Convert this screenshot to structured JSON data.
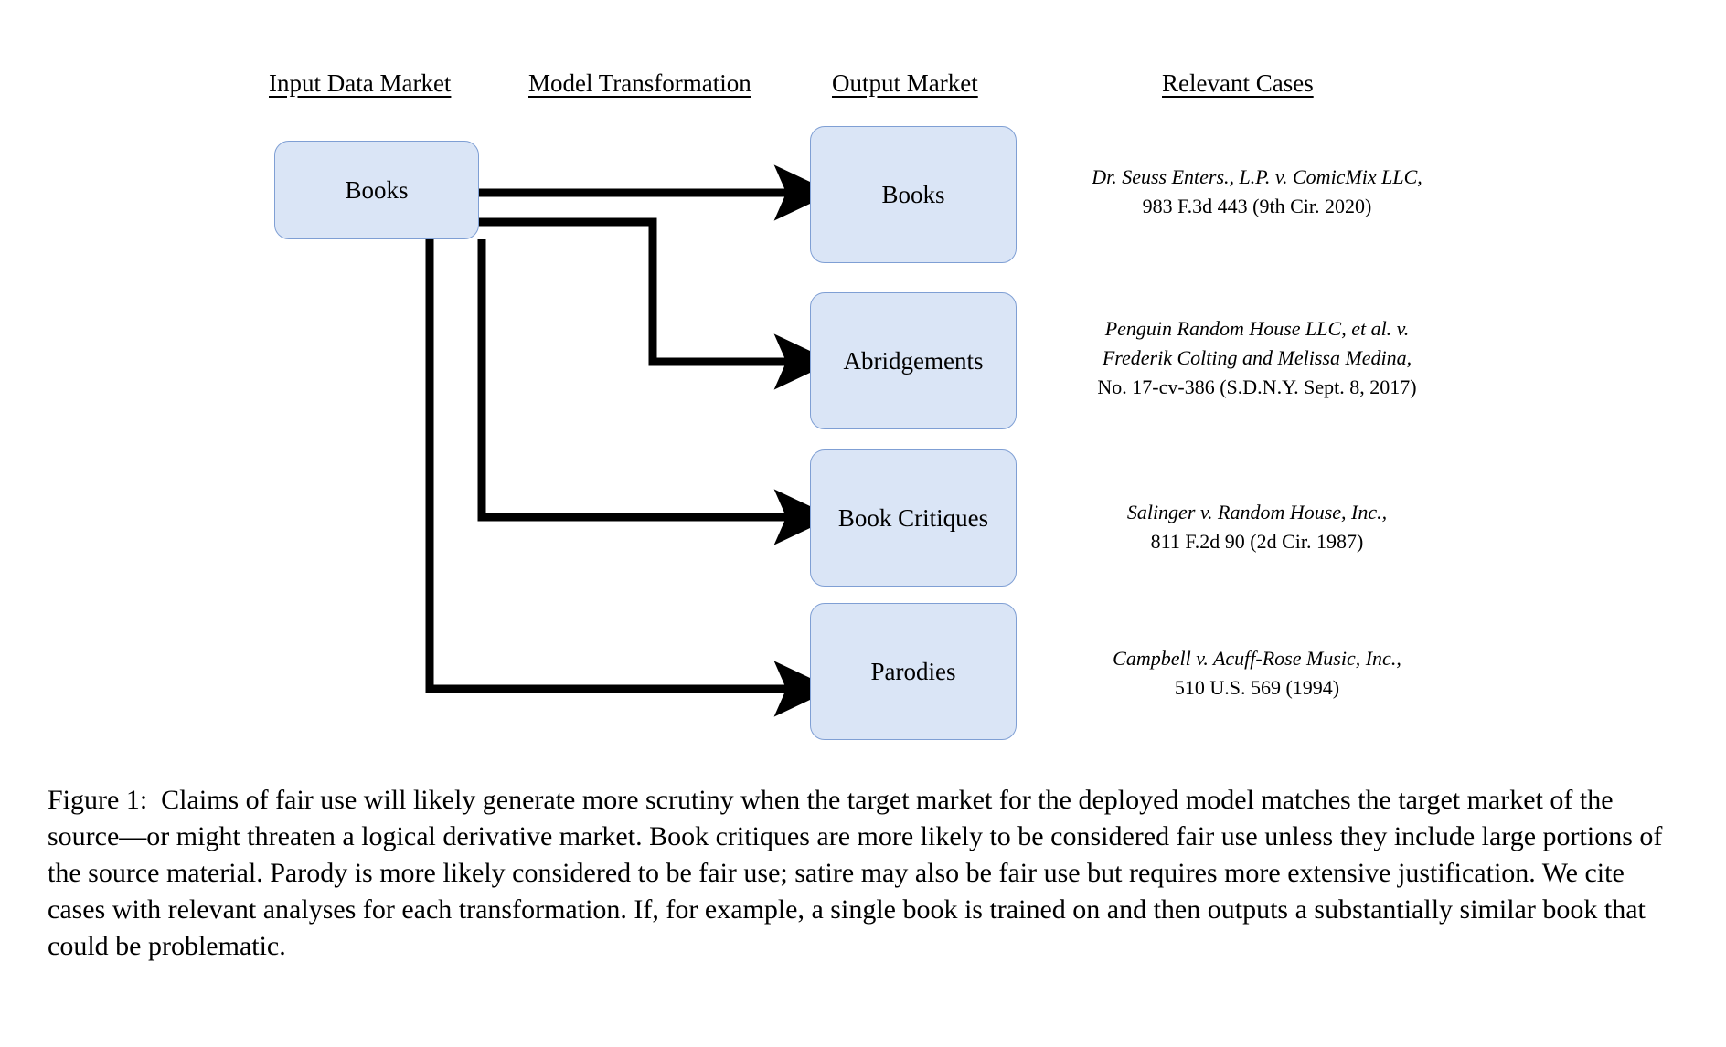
{
  "figure": {
    "columns": [
      {
        "id": "input-data-market",
        "label": "Input Data Market"
      },
      {
        "id": "model-transformation",
        "label": "Model Transformation"
      },
      {
        "id": "output-market",
        "label": "Output Market"
      },
      {
        "id": "relevant-cases",
        "label": "Relevant Cases"
      }
    ],
    "input_nodes": [
      {
        "id": "books-input",
        "label": "Books"
      }
    ],
    "output_nodes": [
      {
        "id": "books-output",
        "label": "Books"
      },
      {
        "id": "abridgements-output",
        "label": "Abridgements"
      },
      {
        "id": "book-critiques-output",
        "label": "Book Critiques"
      },
      {
        "id": "parodies-output",
        "label": "Parodies"
      }
    ],
    "cases": [
      {
        "id": "case-dr-seuss",
        "lines": [
          {
            "text": "Dr. Seuss Enters., L.P. v. ComicMix LLC,",
            "style": "italic"
          },
          {
            "text": "983 F.3d 443 (9th Cir. 2020)",
            "style": "roman"
          }
        ]
      },
      {
        "id": "case-penguin-random-house",
        "lines": [
          {
            "text": "Penguin Random House LLC, et al. v.",
            "style": "italic"
          },
          {
            "text": "Frederik Colting and Melissa Medina,",
            "style": "italic"
          },
          {
            "text": "No. 17-cv-386 (S.D.N.Y. Sept. 8, 2017)",
            "style": "roman"
          }
        ]
      },
      {
        "id": "case-salinger",
        "lines": [
          {
            "text": "Salinger v. Random House, Inc.,",
            "style": "italic"
          },
          {
            "text": "811 F.2d 90 (2d Cir. 1987)",
            "style": "roman"
          }
        ]
      },
      {
        "id": "case-campbell",
        "lines": [
          {
            "text": "Campbell v. Acuff-Rose Music, Inc.,",
            "style": "italic"
          },
          {
            "text": "510 U.S. 569 (1994)",
            "style": "roman"
          }
        ]
      }
    ],
    "colors": {
      "box_fill": "#dae5f6",
      "box_border": "#7f9fd4",
      "connector": "#000000",
      "text": "#000000",
      "background": "#ffffff"
    },
    "caption": {
      "label": "Figure 1:",
      "text": "Claims of fair use will likely generate more scrutiny when the target market for the deployed model matches the target market of the source—or might threaten a logical derivative market. Book critiques are more likely to be considered fair use unless they include large portions of the source material. Parody is more likely considered to be fair use; satire may also be fair use but requires more extensive justification. We cite cases with relevant analyses for each transformation. If, for example, a single book is trained on and then outputs a substantially similar book that could be problematic."
    }
  }
}
